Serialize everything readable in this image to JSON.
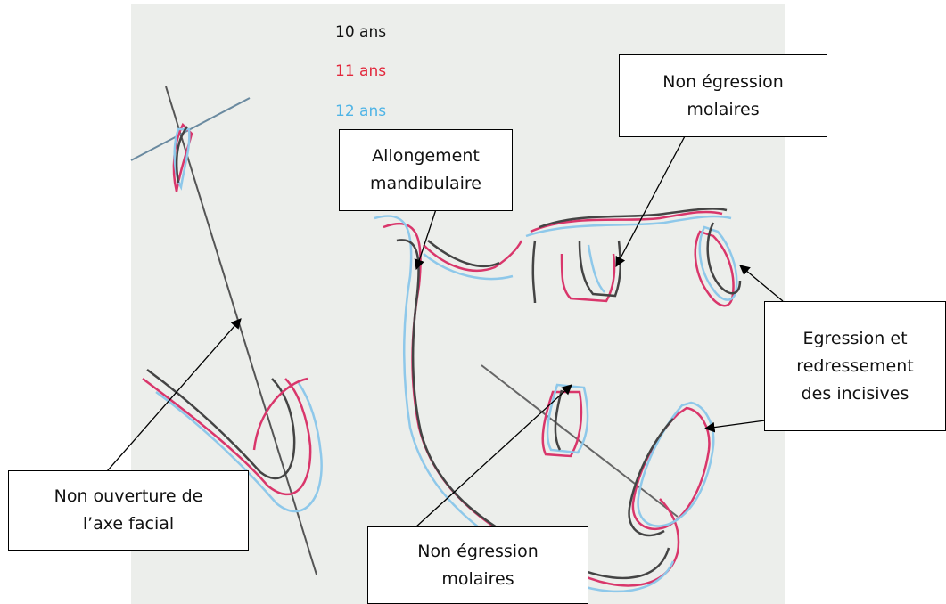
{
  "legend": [
    {
      "label": "10 ans",
      "color": "#111111"
    },
    {
      "label": "11 ans",
      "color": "#e2283c"
    },
    {
      "label": "12 ans",
      "color": "#4fb4e6"
    }
  ],
  "callouts": {
    "molaires_top": "Non égression\nmolaires",
    "allongement": "Allongement\nmandibulaire",
    "incisives": "Egression et\nredressement\ndes incisives",
    "axe_facial": "Non ouverture de\nl’axe facial",
    "molaires_bottom": "Non égression\nmolaires"
  },
  "colors": {
    "background": "#eceeeb",
    "age_10": "#3a3a3a",
    "age_11": "#d9366b",
    "age_12": "#8ec8ea",
    "arrow": "#000000"
  }
}
